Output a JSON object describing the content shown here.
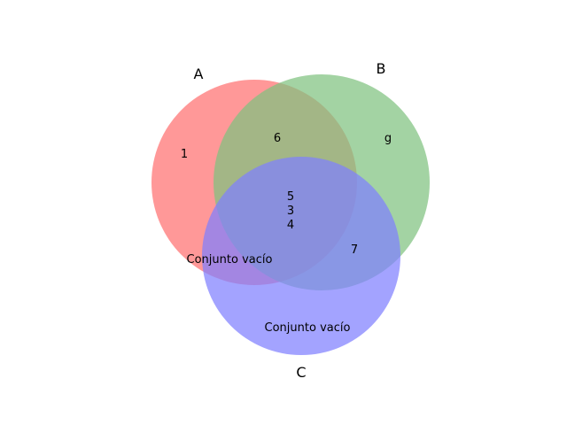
{
  "sets": [
    {
      "id": "A",
      "label": "A",
      "color": "#ff7070"
    },
    {
      "id": "B",
      "label": "B",
      "color": "#7fc27f"
    },
    {
      "id": "C",
      "label": "C",
      "color": "#7f7fff"
    }
  ],
  "regions": {
    "a_only": [
      "1"
    ],
    "b_only": [
      "g"
    ],
    "ab_only": [
      "6"
    ],
    "abc": [
      "5",
      "3",
      "4"
    ],
    "ac_only": [
      "Conjunto vacío"
    ],
    "bc_only": [
      "7"
    ],
    "c_only": [
      "Conjunto vacío"
    ]
  }
}
